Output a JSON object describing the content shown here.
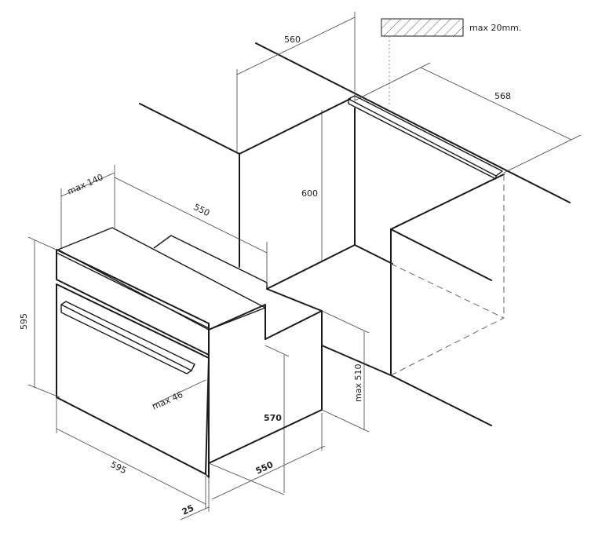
{
  "dimensions": {
    "niche_width": "560",
    "niche_depth": "568",
    "niche_height": "600",
    "panel_thickness": "max 20mm.",
    "cutout_depth": "max 140",
    "oven_depth_top": "550",
    "oven_height": "595",
    "handle_depth": "max 46",
    "oven_width": "595",
    "body_height": "570",
    "body_depth": "550",
    "door_thickness": "25",
    "base_height": "max 510"
  },
  "colors": {
    "line": "#1a1a1a",
    "dimension": "#444444",
    "hatch": "#555555"
  }
}
